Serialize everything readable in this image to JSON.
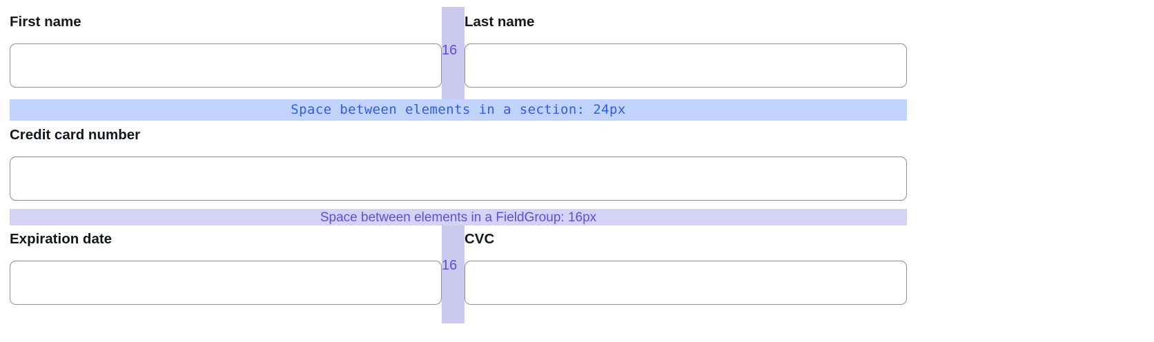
{
  "fields": [
    {
      "id": "first-name",
      "label": "First name",
      "value": "",
      "placeholder": ""
    },
    {
      "id": "last-name",
      "label": "Last name",
      "value": "",
      "placeholder": ""
    },
    {
      "id": "credit-card",
      "label": "Credit card number",
      "value": "",
      "placeholder": ""
    },
    {
      "id": "expiration-date",
      "label": "Expiration date",
      "value": "",
      "placeholder": ""
    },
    {
      "id": "cvc",
      "label": "CVC",
      "value": "",
      "placeholder": ""
    }
  ],
  "annotations": {
    "section_band": {
      "text": "Space between elements in a section: 24px",
      "value": "24px",
      "background": "#c2d4fd",
      "text_color": "#2b5cfb"
    },
    "fieldgroup_band": {
      "text": "Space between elements in a FieldGroup: 16px",
      "value": "16px",
      "background": "#d4d2f5",
      "text_color": "#5b4fe0"
    },
    "column_gap_top": {
      "label": "16",
      "background": "#ccc9f0",
      "text_color": "#5b4fe0"
    },
    "column_gap_bottom": {
      "label": "16",
      "background": "#ccc9f0",
      "text_color": "#5b4fe0"
    }
  },
  "colors": {
    "page_background": "#ffffff",
    "input_border": "#8b8d98",
    "label_text": "#11181c"
  }
}
